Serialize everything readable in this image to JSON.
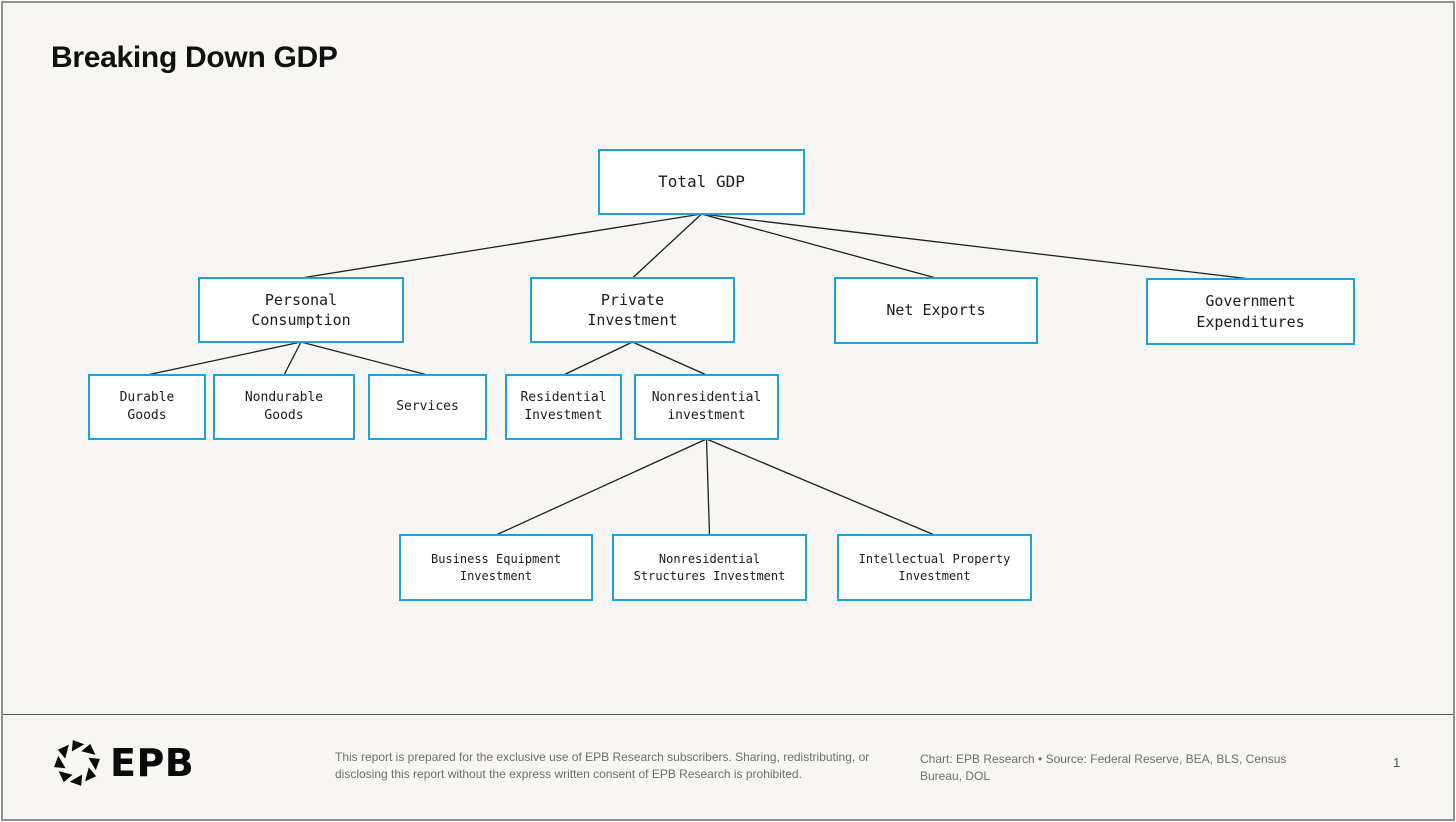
{
  "header": {
    "title": "Breaking Down GDP"
  },
  "colors": {
    "box_border": "#1ea3d8",
    "connector": "#1f1f1f",
    "background": "#f7f6f3"
  },
  "diagram": {
    "nodes": [
      {
        "id": "total-gdp",
        "label": "Total GDP"
      },
      {
        "id": "personal-consumption",
        "label": "Personal\nConsumption"
      },
      {
        "id": "private-investment",
        "label": "Private\nInvestment"
      },
      {
        "id": "net-exports",
        "label": "Net Exports"
      },
      {
        "id": "government-expenditures",
        "label": "Government\nExpenditures"
      },
      {
        "id": "durable-goods",
        "label": "Durable\nGoods"
      },
      {
        "id": "nondurable-goods",
        "label": "Nondurable\nGoods"
      },
      {
        "id": "services",
        "label": "Services"
      },
      {
        "id": "residential-investment",
        "label": "Residential\nInvestment"
      },
      {
        "id": "nonresidential-investment",
        "label": "Nonresidential\ninvestment"
      },
      {
        "id": "business-equipment",
        "label": "Business Equipment\nInvestment"
      },
      {
        "id": "nonresidential-structures",
        "label": "Nonresidential\nStructures Investment"
      },
      {
        "id": "intellectual-property",
        "label": "Intellectual Property\nInvestment"
      }
    ],
    "edges": [
      [
        "total-gdp",
        "personal-consumption"
      ],
      [
        "total-gdp",
        "private-investment"
      ],
      [
        "total-gdp",
        "net-exports"
      ],
      [
        "total-gdp",
        "government-expenditures"
      ],
      [
        "personal-consumption",
        "durable-goods"
      ],
      [
        "personal-consumption",
        "nondurable-goods"
      ],
      [
        "personal-consumption",
        "services"
      ],
      [
        "private-investment",
        "residential-investment"
      ],
      [
        "private-investment",
        "nonresidential-investment"
      ],
      [
        "nonresidential-investment",
        "business-equipment"
      ],
      [
        "nonresidential-investment",
        "nonresidential-structures"
      ],
      [
        "nonresidential-investment",
        "intellectual-property"
      ]
    ]
  },
  "footer": {
    "brand": "EPB",
    "logo_icon": "epb-starburst-icon",
    "disclaimer": "This report is prepared for the exclusive use of EPB Research subscribers. Sharing, redistributing, or disclosing this report without the express written consent of EPB Research is prohibited.",
    "source": "Chart: EPB Research  •  Source: Federal Reserve, BEA, BLS, Census Bureau, DOL",
    "page_number": "1"
  }
}
